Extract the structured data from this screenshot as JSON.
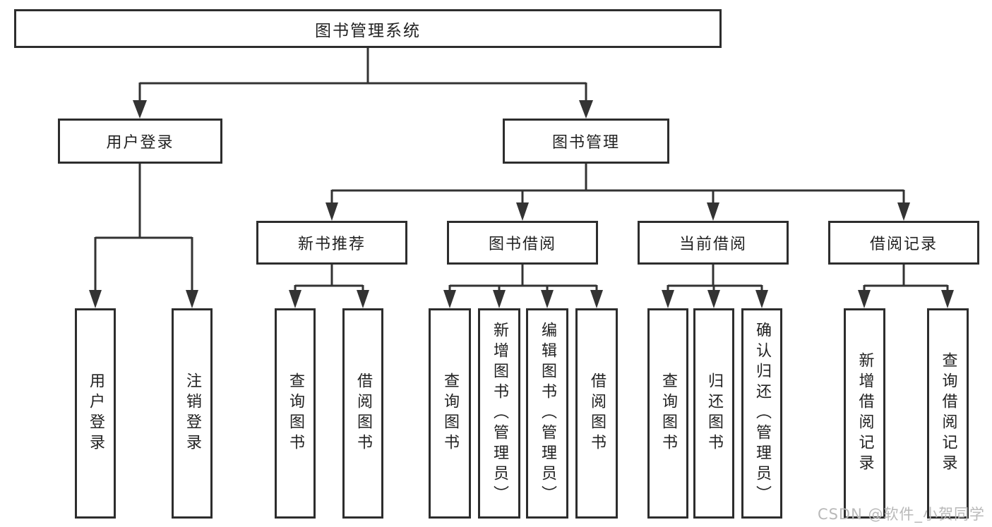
{
  "colors": {
    "line": "#333333",
    "box_border": "#2d2d2d",
    "text": "#222222",
    "watermark": "#b9b9b9"
  },
  "tree": {
    "root": "图书管理系统",
    "login": {
      "label": "用户登录",
      "children": [
        "用户登录",
        "注销登录"
      ]
    },
    "mgmt": {
      "label": "图书管理",
      "sections": [
        {
          "label": "新书推荐",
          "children": [
            "查询图书",
            "借阅图书"
          ]
        },
        {
          "label": "图书借阅",
          "children": [
            "查询图书",
            "新增图书（管理员）",
            "编辑图书（管理员）",
            "借阅图书"
          ]
        },
        {
          "label": "当前借阅",
          "children": [
            "查询图书",
            "归还图书",
            "确认归还（管理员）"
          ]
        },
        {
          "label": "借阅记录",
          "children": [
            "新增借阅记录",
            "查询借阅记录"
          ]
        }
      ]
    }
  },
  "watermark": "CSDN @软件_小贺同学"
}
